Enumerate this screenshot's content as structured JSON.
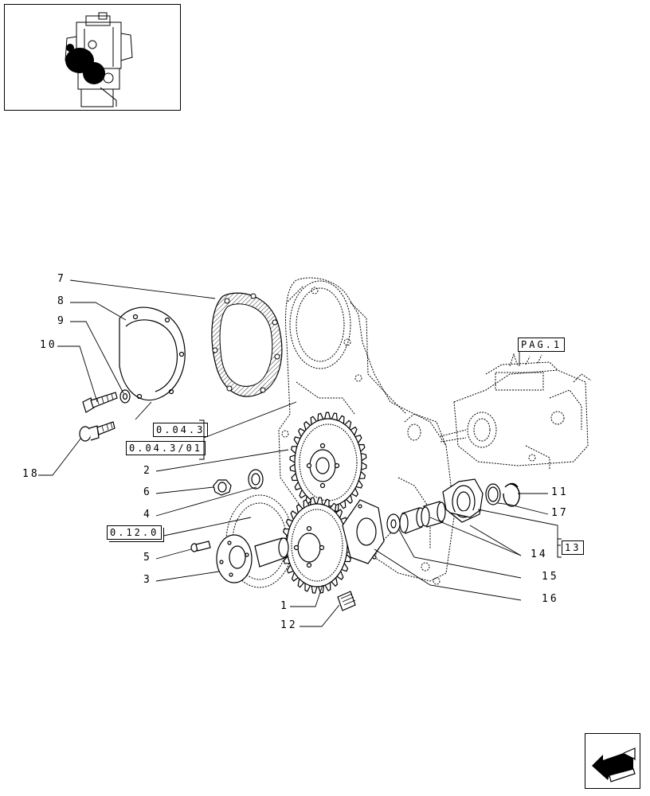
{
  "thumbnail": {
    "icon": "engine-thumbnail-icon"
  },
  "callouts": {
    "c1": "1",
    "c2": "2",
    "c3": "3",
    "c4": "4",
    "c5": "5",
    "c6": "6",
    "c7": "7",
    "c8": "8",
    "c9": "9",
    "c10": "10",
    "c11": "11",
    "c12": "12",
    "c14": "14",
    "c15": "15",
    "c16": "16",
    "c17": "17",
    "c18": "18"
  },
  "references": {
    "ref_0043": "0.04.3",
    "ref_00431": "0.04.3/01",
    "ref_0120": "0.12.0",
    "ref_pag1": "PAG.1",
    "ref_13": "13"
  },
  "navigation": {
    "next_page_icon": "arrow-next-page-icon"
  }
}
